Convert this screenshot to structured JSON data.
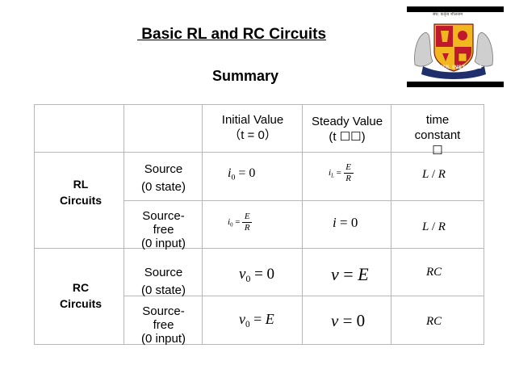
{
  "slide": {
    "title": " Basic RL and RC Circuits",
    "subtitle": "Summary"
  },
  "logo": {
    "top_text": "संघ: कर्तृत्व शीलताम",
    "banner_text": "PARUL INSTITUTE",
    "colors": {
      "crimson": "#c0192b",
      "gold": "#f2b61f",
      "navy": "#1f2f6b",
      "black": "#000000"
    }
  },
  "table": {
    "headers": {
      "initial_line1": "Initial Value",
      "initial_line2": "（t = 0）",
      "steady_line1": "Steady Value",
      "steady_line2": "(t ☐☐)",
      "time_line1": "time",
      "time_line2": "constant",
      "time_line3": "☐"
    },
    "groups": [
      {
        "name_line1": "RL",
        "name_line2": "Circuits",
        "rows": [
          {
            "label_line1": "Source",
            "label_line2": "(0 state)",
            "label_line3": "",
            "initial": "i0 = 0",
            "steady": "iL = E/R",
            "tau": "L / R"
          },
          {
            "label_line1": "Source-",
            "label_line2": "free",
            "label_line3": "(0 input)",
            "initial": "i0 = E/R",
            "steady": "i = 0",
            "tau": "L / R"
          }
        ]
      },
      {
        "name_line1": "RC",
        "name_line2": "Circuits",
        "rows": [
          {
            "label_line1": "Source",
            "label_line2": "(0 state)",
            "label_line3": "",
            "initial": "v0 = 0",
            "steady": "v = E",
            "tau": "RC"
          },
          {
            "label_line1": "Source-",
            "label_line2": "free",
            "label_line3": "(0 input)",
            "initial": "v0 = E",
            "steady": "v = 0",
            "tau": "RC"
          }
        ]
      }
    ]
  }
}
